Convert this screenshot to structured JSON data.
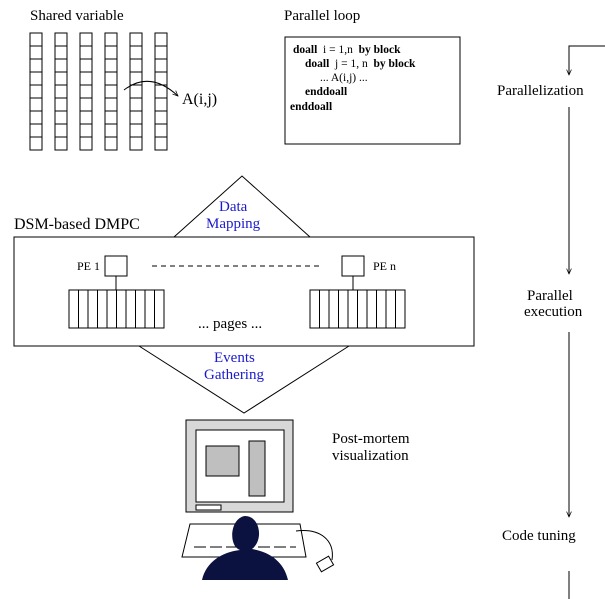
{
  "shared_variable": {
    "title": "Shared variable",
    "element_label": "A(i,j)"
  },
  "parallel_loop": {
    "title": "Parallel loop",
    "lines": [
      {
        "kw": "doall",
        "rest": "  i = 1,n  ",
        "kw2": "by block"
      },
      {
        "kw": "doall",
        "rest": "  j = 1, n  ",
        "kw2": "by block"
      },
      {
        "kw": "",
        "rest": "... A(i,j) ...",
        "kw2": ""
      },
      {
        "kw": "enddoall",
        "rest": "",
        "kw2": ""
      },
      {
        "kw": "enddoall",
        "rest": "",
        "kw2": ""
      }
    ]
  },
  "dsm": {
    "label": "DSM-based  DMPC",
    "pe_first": "PE 1",
    "pe_last": "PE n",
    "pages_label": "... pages ...",
    "data_mapping_line1": "Data",
    "data_mapping_line2": "Mapping",
    "events_line1": "Events",
    "events_line2": "Gathering"
  },
  "visualization": {
    "line1": "Post-mortem",
    "line2": "visualization"
  },
  "flow": {
    "step1": "Parallelization",
    "step2_line1": "Parallel",
    "step2_line2": "execution",
    "step3": "Code tuning"
  },
  "colors": {
    "accent_text": "#1a1acc",
    "monitor_gray": "#d8d8d8",
    "window_gray": "#bfbfbf",
    "user_silhouette": "#0c1240"
  }
}
